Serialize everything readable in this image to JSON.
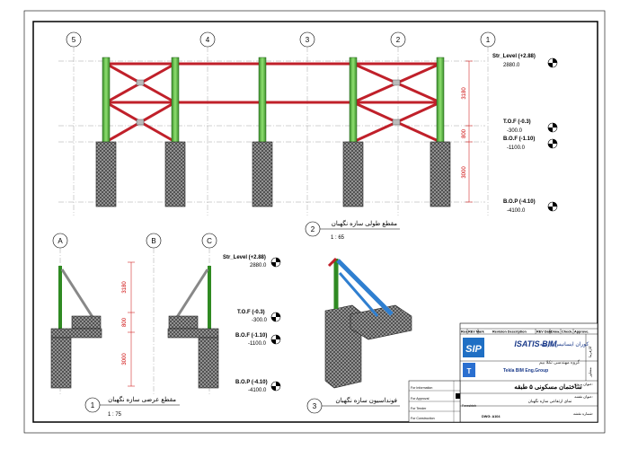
{
  "grid_top": [
    "5",
    "4",
    "3",
    "2",
    "1"
  ],
  "grid_bottom": [
    "A",
    "B",
    "C"
  ],
  "levels": {
    "str": {
      "name": "Str_Level (+2.88)",
      "value": "2880.0"
    },
    "tof": {
      "name": "T.O.F (-0.3)",
      "value": "-300.0"
    },
    "bof": {
      "name": "B.O.F (-1.10)",
      "value": "-1100.0"
    },
    "bop": {
      "name": "B.O.P (-4.10)",
      "value": "-4100.0"
    }
  },
  "dims": {
    "d1": "3180",
    "d2": "800",
    "d3": "3000"
  },
  "views": {
    "v1": {
      "number": "1",
      "title": "مقطع عرضی سازه نگهبان",
      "scale": "1 : 75"
    },
    "v2": {
      "number": "2",
      "title": "مقطع طولی سازه نگهبان",
      "scale": "1 : 65"
    },
    "v3": {
      "number": "3",
      "title": "فونداسیون سازه نگهبان"
    }
  },
  "title_block": {
    "rev_headers": [
      "Rev.",
      "REV Mark",
      "Revision Description",
      "REV Date",
      "Draw.",
      "Check.",
      "Approve."
    ],
    "company_en": "ISATIS BIM",
    "company_fa": "کوران ایساتیس پارسه",
    "group_en": "Tekla BIM Eng.Group",
    "group_fa": "گروه مهندسی تکلا بیم",
    "project_label": "عنوان پروژه:",
    "project_name": "ساختمان مسکونی ۵ طبقه",
    "drawing_label": "عنوان نقشه:",
    "drawing_name": "نمای ارتفاعی سازه نگهبان",
    "sheet_label": "شماره نقشه:",
    "issue_rows": [
      "For Information",
      "For Approval",
      "For Tender",
      "For Construction"
    ],
    "meta_code": "DWG: A104",
    "meta_scale": "Fereshteh",
    "side_labels": [
      "کارفرما",
      "مشاور"
    ]
  }
}
